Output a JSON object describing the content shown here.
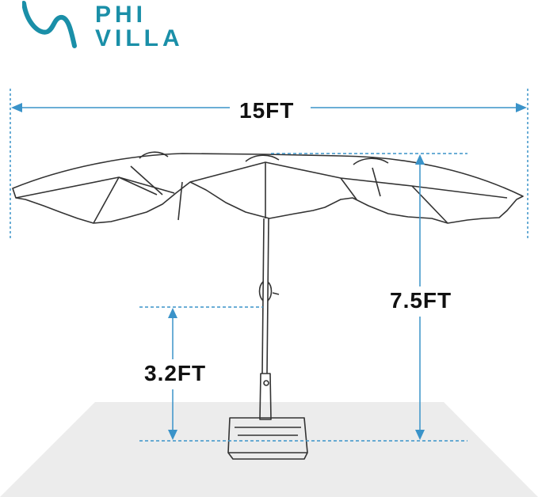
{
  "brand": {
    "line1": "PHI",
    "line2": "VILLA",
    "color": "#1a8fa8"
  },
  "dimensions": {
    "width": "15FT",
    "height": "7.5FT",
    "table_height": "3.2FT"
  },
  "colors": {
    "dimension_line": "#3a93c9",
    "floor": "#ececec",
    "sketch": "#333333"
  }
}
